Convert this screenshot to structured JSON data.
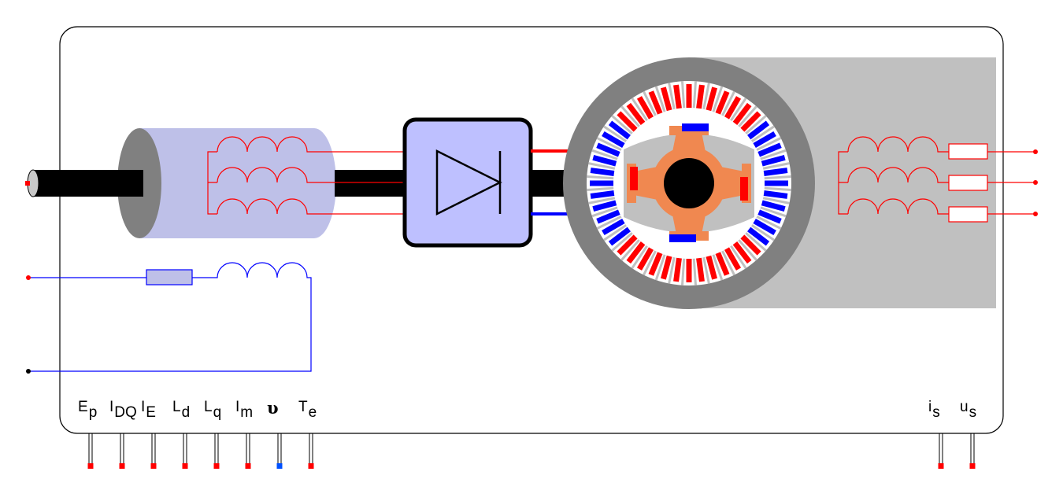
{
  "colors": {
    "frame": "#000000",
    "background": "#ffffff",
    "exciter_body": "#bec0e8",
    "exciter_end": "#808080",
    "machine_housing": "#c0c0c0",
    "stator_ring": "#808080",
    "winding_red": "#ff0000",
    "winding_blue": "#0000ff",
    "rotor": "#f08850",
    "shaft": "#000000",
    "rectifier_fill": "#bec0ff",
    "pin_red": "#ff0000",
    "pin_blue": "#0050ff"
  },
  "ports": {
    "bottom": [
      {
        "main": "E",
        "sub": "p",
        "pin_color": "red"
      },
      {
        "main": "I",
        "sub": "DQ",
        "pin_color": "red"
      },
      {
        "main": "I",
        "sub": "E",
        "pin_color": "red"
      },
      {
        "main": "L",
        "sub": "d",
        "pin_color": "red"
      },
      {
        "main": "L",
        "sub": "q",
        "pin_color": "red"
      },
      {
        "main": "I",
        "sub": "m",
        "pin_color": "red"
      },
      {
        "main": "υ",
        "sub": "",
        "pin_color": "blue"
      },
      {
        "main": "T",
        "sub": "e",
        "pin_color": "red"
      }
    ],
    "bottom_right": [
      {
        "main": "i",
        "sub": "s",
        "pin_color": "red"
      },
      {
        "main": "u",
        "sub": "s",
        "pin_color": "red"
      }
    ]
  }
}
